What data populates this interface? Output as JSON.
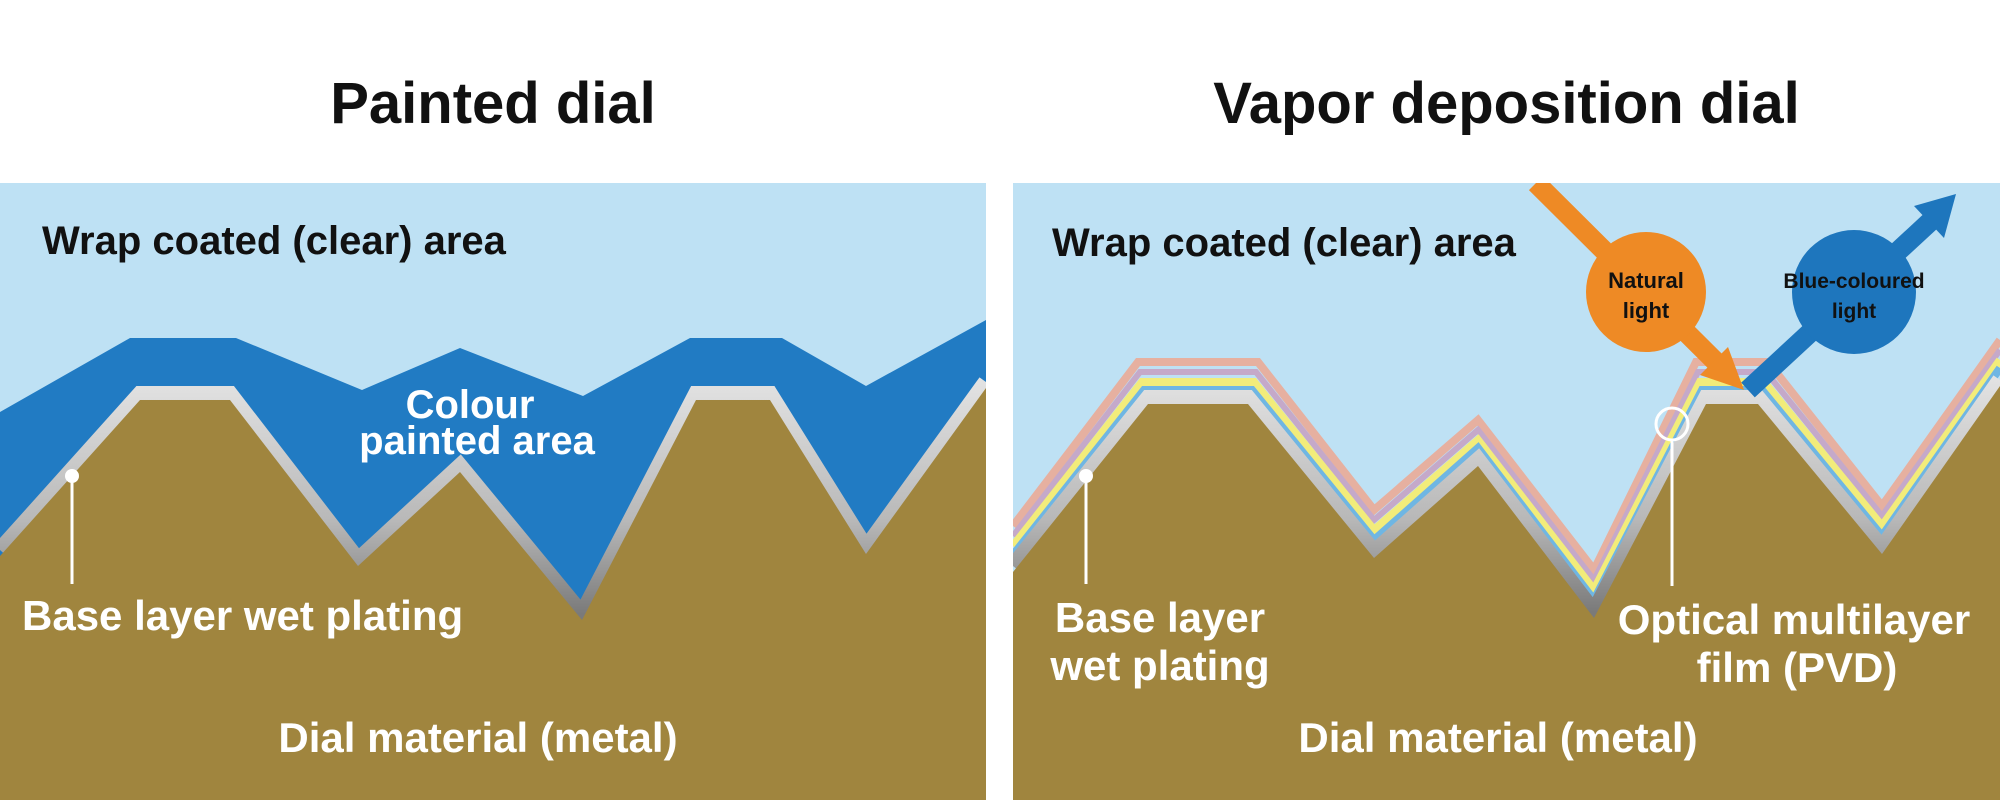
{
  "panels": {
    "painted": {
      "title": "Painted dial",
      "clear_area_label": "Wrap coated (clear) area",
      "paint_label": [
        "Colour",
        "painted area"
      ],
      "plating_label": "Base layer wet plating",
      "material_label": "Dial material (metal)"
    },
    "vapor": {
      "title": "Vapor deposition dial",
      "clear_area_label": "Wrap coated (clear) area",
      "natural_light": [
        "Natural",
        "light"
      ],
      "blue_light": [
        "Blue-coloured",
        "light"
      ],
      "plating_label": [
        "Base layer",
        "wet plating"
      ],
      "pvd_label": [
        "Optical multilayer",
        "film (PVD)"
      ],
      "material_label": "Dial material (metal)"
    }
  },
  "colors": {
    "sky": "#bee1f4",
    "paint": "#217bc3",
    "metal": "#a0853e",
    "plating": "#c9c9c9",
    "natural_light": "#ee8a25",
    "blue_light": "#1e76bd",
    "film_pink": "#e6b0a0",
    "film_yellow": "#f2ec7a",
    "film_blue": "#6fb6e3"
  }
}
